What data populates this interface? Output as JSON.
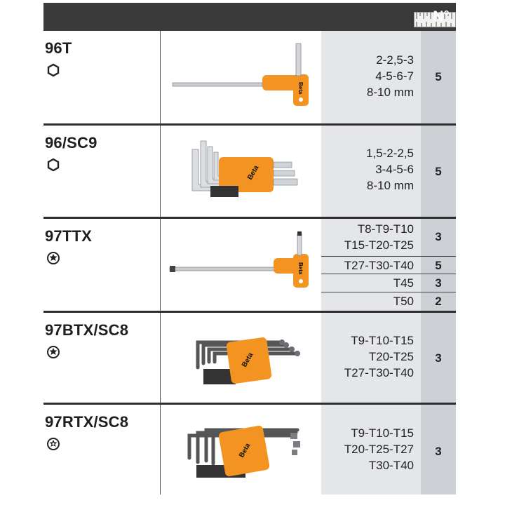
{
  "header": {
    "number_label": "N°",
    "ruler_icon": "ruler-icon"
  },
  "rows": [
    {
      "code": "96T",
      "profile_icon": "hexagon-icon",
      "sizes": [
        "2-2,5-3",
        "4-5-6-7",
        "8-10 mm"
      ],
      "qty": "5",
      "tool_icon": "hex-t-handle-key-icon"
    },
    {
      "code": "96/SC9",
      "profile_icon": "hexagon-icon",
      "sizes": [
        "1,5-2-2,5",
        "3-4-5-6",
        "8-10 mm"
      ],
      "qty": "5",
      "tool_icon": "hex-key-set-icon"
    },
    {
      "code": "97TTX",
      "profile_icon": "torx-icon",
      "subrows": [
        {
          "sizes": [
            "T8-T9-T10",
            "T15-T20-T25"
          ],
          "qty": "3"
        },
        {
          "sizes": [
            "T27-T30-T40"
          ],
          "qty": "5"
        },
        {
          "sizes": [
            "T45"
          ],
          "qty": "3"
        },
        {
          "sizes": [
            "T50"
          ],
          "qty": "2"
        }
      ],
      "tool_icon": "torx-t-handle-key-icon"
    },
    {
      "code": "97BTX/SC8",
      "profile_icon": "torx-icon",
      "sizes": [
        "T9-T10-T15",
        "T20-T25",
        "T27-T30-T40"
      ],
      "qty": "3",
      "tool_icon": "torx-ball-key-set-icon"
    },
    {
      "code": "97RTX/SC8",
      "profile_icon": "tamper-torx-icon",
      "sizes": [
        "T9-T10-T15",
        "T20-T25-T27",
        "T30-T40"
      ],
      "qty": "3",
      "tool_icon": "tamper-torx-key-set-icon"
    }
  ],
  "colors": {
    "header_bg": "#3a3a3a",
    "size_column_bg": "#e4e6ea",
    "qty_column_bg": "#cdd0d4",
    "handle_orange": "#f39321",
    "divider": "#2e2e2e"
  }
}
